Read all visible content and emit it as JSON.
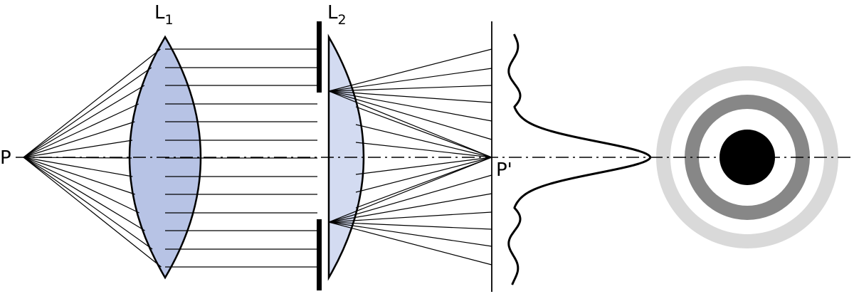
{
  "labels": {
    "source_main": "P",
    "lens1_main": "L",
    "lens1_sub": "1",
    "lens2_main": "L",
    "lens2_sub": "2",
    "image_main": "P'"
  },
  "colors": {
    "lens1_fill": "#b7c3e5",
    "lens2_fill": "#d3dbf1",
    "ink": "#000000",
    "outer_ring": "#d9d9d9",
    "middle_ring": "#878787",
    "inner_ring": "#ffffff",
    "central_disk": "#000000"
  }
}
